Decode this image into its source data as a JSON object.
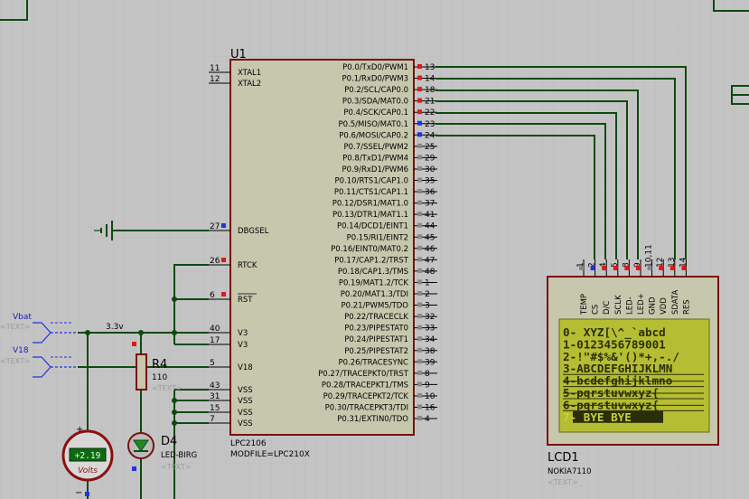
{
  "mcu": {
    "ref": "U1",
    "part": "LPC2106",
    "model": "MODFILE=LPC210X",
    "left_pins": [
      {
        "num": "11",
        "label": "XTAL1"
      },
      {
        "num": "12",
        "label": "XTAL2"
      },
      {
        "num": "27",
        "label": "DBGSEL"
      },
      {
        "num": "26",
        "label": "RTCK"
      },
      {
        "num": "6",
        "label": "RST"
      },
      {
        "num": "40",
        "label": "V3"
      },
      {
        "num": "17",
        "label": "V3"
      },
      {
        "num": "5",
        "label": "V18"
      },
      {
        "num": "43",
        "label": "VSS"
      },
      {
        "num": "31",
        "label": "VSS"
      },
      {
        "num": "15",
        "label": "VSS"
      },
      {
        "num": "7",
        "label": "VSS"
      }
    ],
    "right_pins": [
      {
        "num": "13",
        "label": "P0.0/TxD0/PWM1"
      },
      {
        "num": "14",
        "label": "P0.1/RxD0/PWM3"
      },
      {
        "num": "18",
        "label": "P0.2/SCL/CAP0.0"
      },
      {
        "num": "21",
        "label": "P0.3/SDA/MAT0.0"
      },
      {
        "num": "22",
        "label": "P0.4/SCK/CAP0.1"
      },
      {
        "num": "23",
        "label": "P0.5/MISO/MAT0.1"
      },
      {
        "num": "24",
        "label": "P0.6/MOSI/CAP0.2"
      },
      {
        "num": "25",
        "label": "P0.7/SSEL/PWM2"
      },
      {
        "num": "29",
        "label": "P0.8/TxD1/PWM4"
      },
      {
        "num": "30",
        "label": "P0.9/RxD1/PWM6"
      },
      {
        "num": "35",
        "label": "P0.10/RTS1/CAP1.0"
      },
      {
        "num": "36",
        "label": "P0.11/CTS1/CAP1.1"
      },
      {
        "num": "37",
        "label": "P0.12/DSR1/MAT1.0"
      },
      {
        "num": "41",
        "label": "P0.13/DTR1/MAT1.1"
      },
      {
        "num": "44",
        "label": "P0.14/DCD1/EINT1"
      },
      {
        "num": "45",
        "label": "P0.15/RI1/EINT2"
      },
      {
        "num": "46",
        "label": "P0.16/EINT0/MAT0.2"
      },
      {
        "num": "47",
        "label": "P0.17/CAP1.2/TRST"
      },
      {
        "num": "48",
        "label": "P0.18/CAP1.3/TMS"
      },
      {
        "num": "1",
        "label": "P0.19/MAT1.2/TCK"
      },
      {
        "num": "2",
        "label": "P0.20/MAT1.3/TDI"
      },
      {
        "num": "3",
        "label": "P0.21/PWM5/TDO"
      },
      {
        "num": "32",
        "label": "P0.22/TRACECLK"
      },
      {
        "num": "33",
        "label": "P0.23/PIPESTAT0"
      },
      {
        "num": "34",
        "label": "P0.24/PIPESTAT1"
      },
      {
        "num": "38",
        "label": "P0.25/PIPESTAT2"
      },
      {
        "num": "39",
        "label": "P0.26/TRACESYNC"
      },
      {
        "num": "8",
        "label": "P0.27/TRACEPKT0/TRST"
      },
      {
        "num": "9",
        "label": "P0.28/TRACEPKT1/TMS"
      },
      {
        "num": "10",
        "label": "P0.29/TRACEPKT2/TCK"
      },
      {
        "num": "16",
        "label": "P0.30/TRACEPKT3/TDI"
      },
      {
        "num": "4",
        "label": "P0.31/EXTIN0/TDO"
      }
    ]
  },
  "lcd": {
    "ref": "LCD1",
    "part": "NOKIA7110",
    "hint": "<TEXT>",
    "pins": [
      {
        "num": "1",
        "label": "TEMP"
      },
      {
        "num": "2",
        "label": "CS"
      },
      {
        "num": "4",
        "label": "D/C"
      },
      {
        "num": "5",
        "label": "SCLK"
      },
      {
        "num": "8",
        "label": "LED-"
      },
      {
        "num": "9",
        "label": "LED+"
      },
      {
        "num": "10,11",
        "label": "GND"
      },
      {
        "num": "12",
        "label": "VDD"
      },
      {
        "num": "13",
        "label": "SDATA"
      },
      {
        "num": "14",
        "label": "RES"
      }
    ],
    "lines": [
      "0- XYZ[\\^_`abcd",
      "1-0123456789001",
      "2-!\"#$%&'()*+,-./",
      "3-ABCDEFGHIJKLMN",
      "4-bcdefghijklmno",
      "5-pqrstuvwxyz{",
      "6-pqrstuvwxyz{",
      "7- BYE BYE"
    ]
  },
  "terminals": {
    "vbat": {
      "name": "Vbat",
      "hint": "<TEXT>"
    },
    "v18": {
      "name": "V18",
      "hint": "<TEXT>"
    }
  },
  "net_3v3": "3.3v",
  "resistor": {
    "ref": "R4",
    "value": "110",
    "hint": "<TEXT>"
  },
  "led": {
    "ref": "D4",
    "part": "LED-BIRG",
    "hint": "<TEXT>"
  },
  "voltmeter": {
    "reading": "+2.19",
    "unit": "Volts",
    "plus": "+",
    "minus": "−"
  },
  "colors": {
    "wire": "#0e4a10",
    "body": "#c7c7ad",
    "lcd_screen": "#b5bd32",
    "pin_red": "#e01818",
    "pin_blue": "#2233dd"
  }
}
